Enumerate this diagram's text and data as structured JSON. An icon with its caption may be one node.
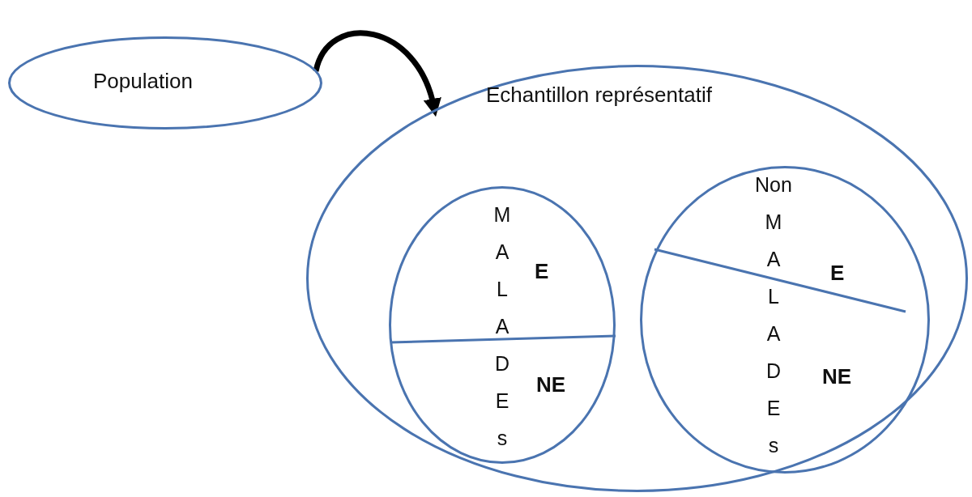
{
  "diagram": {
    "nodes": [
      {
        "text": [
          "Population"
        ]
      },
      {
        "text": [
          "Echantillon représentatif"
        ]
      },
      {
        "text": [
          "M A L A D E s"
        ],
        "in": 1
      },
      {
        "text": [
          "E"
        ],
        "in": 2
      },
      {
        "text": [
          "NE"
        ],
        "in": 2
      },
      {
        "text": [
          "Non M A L A D E s"
        ],
        "in": 1
      },
      {
        "text": [
          "E"
        ],
        "in": 5
      },
      {
        "text": [
          "NE"
        ],
        "in": 5
      }
    ],
    "edges": [
      {
        "from": 0,
        "to": 1,
        "arrow": "to"
      }
    ]
  }
}
